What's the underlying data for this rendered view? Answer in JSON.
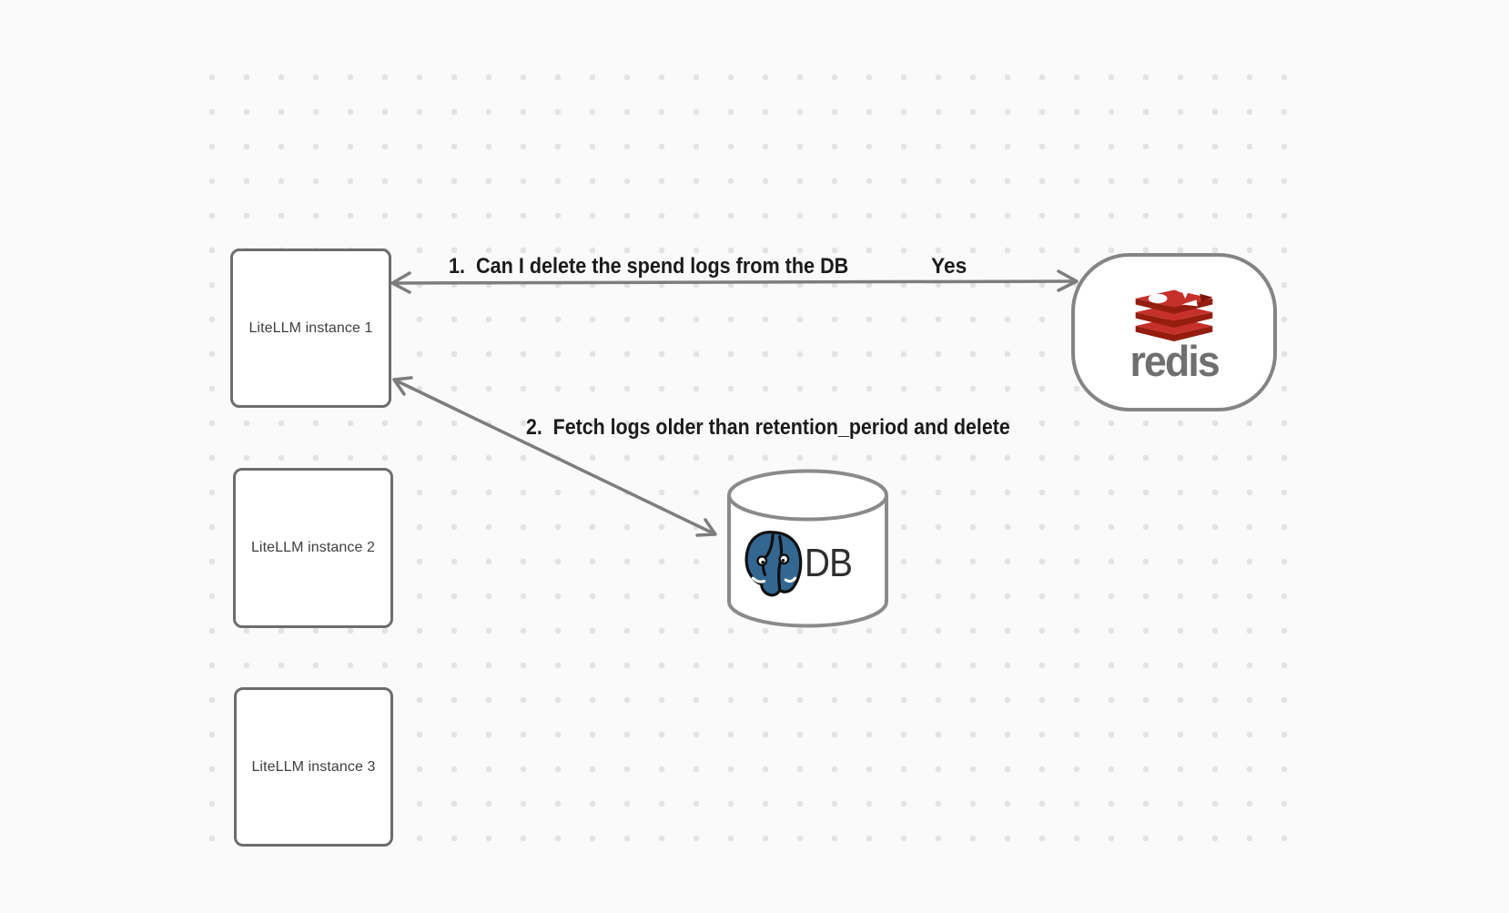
{
  "canvas": {
    "background": "#fafafa",
    "dot_color": "#e3e3e3"
  },
  "nodes": {
    "instance1": {
      "label": "LiteLLM instance 1"
    },
    "instance2": {
      "label": "LiteLLM instance 2"
    },
    "instance3": {
      "label": "LiteLLM instance 3"
    },
    "redis": {
      "wordmark": "redis"
    },
    "database": {
      "label": "DB"
    }
  },
  "arrows": {
    "arrow1": {
      "label": "1.  Can I delete the spend logs from the DB",
      "response": "Yes"
    },
    "arrow2": {
      "label": "2.  Fetch logs older than retention_period and delete"
    }
  },
  "icons": {
    "redis": "redis-stack-logo-icon",
    "database": "postgresql-elephant-icon",
    "db_shape": "database-cylinder"
  },
  "colors": {
    "redis_red_top": "#c6302b",
    "redis_red_front": "#941d10",
    "postgres_blue": "#336791",
    "arrow_gray": "#7d7d7d",
    "box_border": "#6f6d6c",
    "cylinder_border": "#8a8a8a",
    "label_text": "#1b1b1b",
    "redis_wordmark_gray": "#6f6f6f"
  }
}
